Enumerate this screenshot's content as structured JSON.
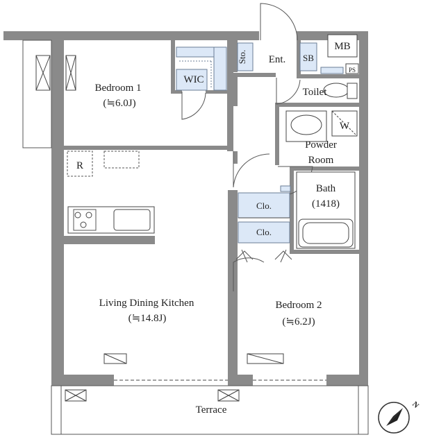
{
  "rooms": {
    "bedroom1": {
      "name": "Bedroom 1",
      "size": "(≒6.0J)"
    },
    "ldk": {
      "name": "Living Dining Kitchen",
      "size": "(≒14.8J)"
    },
    "bedroom2": {
      "name": "Bedroom 2",
      "size": "(≒6.2J)"
    },
    "powder": {
      "name_line1": "Powder",
      "name_line2": "Room"
    },
    "bath": {
      "name": "Bath",
      "size": "(1418)"
    },
    "terrace": {
      "name": "Terrace"
    }
  },
  "labels": {
    "wic": "WIC",
    "storage": "Sto.",
    "entrance": "Ent.",
    "shoe_box": "SB",
    "meter_box": "MB",
    "pipe_space": "PS",
    "toilet": "Toilet",
    "closet1": "Clo.",
    "closet2": "Clo.",
    "washer": "W",
    "refrigerator": "R"
  },
  "compass": {
    "label": "N"
  },
  "colors": {
    "wall": "#8a8a8a",
    "storage_fill": "#dce8f7"
  }
}
